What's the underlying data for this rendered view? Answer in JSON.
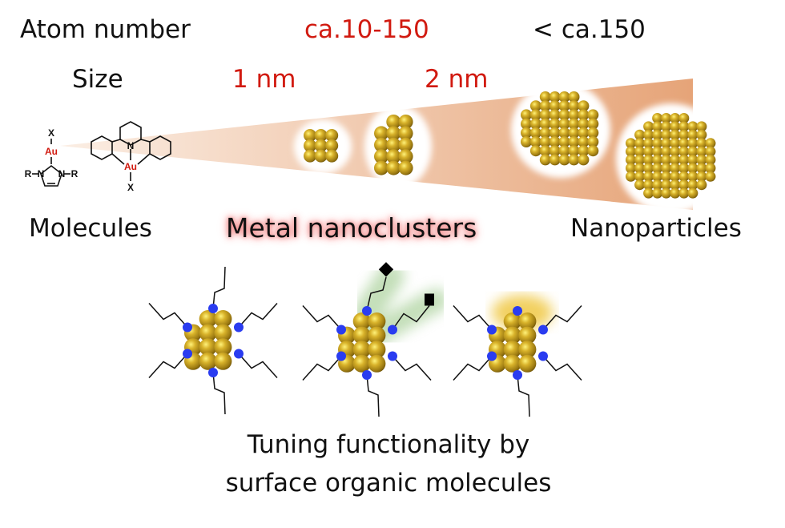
{
  "header": {
    "atom_number_label": "Atom number",
    "atom_number_clusters": "ca.10-150",
    "atom_number_particles": "< ca.150",
    "size_label": "Size",
    "size_small": "1 nm",
    "size_large": "2 nm"
  },
  "categories": {
    "molecules": "Molecules",
    "nanoclusters": "Metal nanoclusters",
    "nanoparticles": "Nanoparticles"
  },
  "molecules": {
    "metal": "Au",
    "ligand_x": "X",
    "substituent_r": "R",
    "nitrogen": "N"
  },
  "caption": {
    "line1": "Tuning functionality by",
    "line2": "surface organic molecules"
  },
  "colors": {
    "accent_red": "#d11a10",
    "gold": "#c9a11e",
    "ligand_dot": "#2a3cf0",
    "wedge": "#e8a878",
    "green_glow": "#9cc98a",
    "yellow_glow": "#f2d060"
  }
}
